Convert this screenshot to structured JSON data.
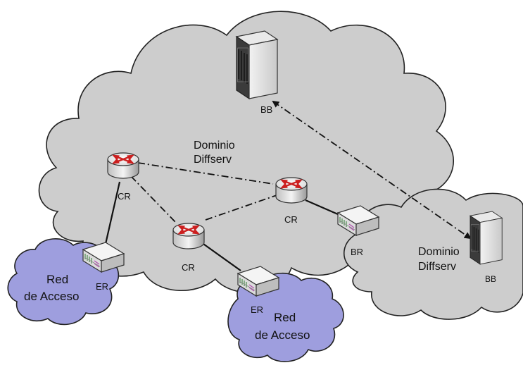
{
  "diagram": {
    "main_domain": {
      "label_line1": "Dominio",
      "label_line2": "Diffserv"
    },
    "second_domain": {
      "label_line1": "Dominio",
      "label_line2": "Diffserv"
    },
    "access_left": {
      "label_line1": "Red",
      "label_line2": "de Acceso"
    },
    "access_bottom": {
      "label_line1": "Red",
      "label_line2": "de Acceso"
    },
    "nodes": {
      "bb_main": "BB",
      "bb_second": "BB",
      "cr_left": "CR",
      "cr_center": "CR",
      "cr_right": "CR",
      "er_left": "ER",
      "er_bottom": "ER",
      "br": "BR"
    },
    "colors": {
      "cloud_fill": "#cdcdcd",
      "access_fill": "#9e9ede",
      "router_arrows": "#cc1f1f"
    }
  }
}
